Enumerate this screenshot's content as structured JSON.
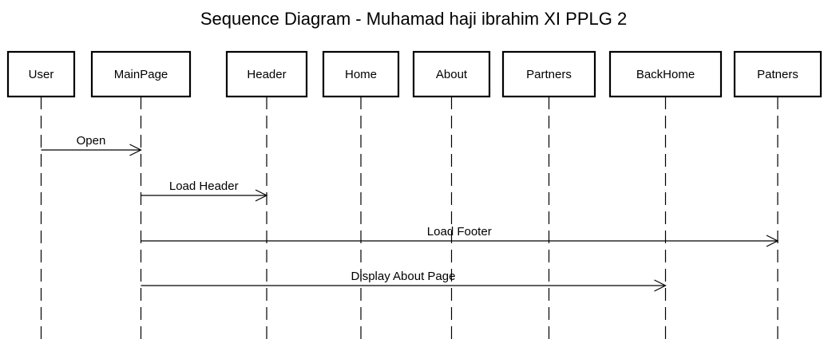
{
  "title": "Sequence Diagram - Muhamad haji ibrahim XI PPLG 2",
  "participants": [
    {
      "id": "user",
      "label": "User"
    },
    {
      "id": "mainpage",
      "label": "MainPage"
    },
    {
      "id": "header",
      "label": "Header"
    },
    {
      "id": "home",
      "label": "Home"
    },
    {
      "id": "about",
      "label": "About"
    },
    {
      "id": "partners",
      "label": "Partners"
    },
    {
      "id": "backhome",
      "label": "BackHome"
    },
    {
      "id": "patners",
      "label": "Patners"
    }
  ],
  "messages": [
    {
      "from": "user",
      "to": "mainpage",
      "label": "Open"
    },
    {
      "from": "mainpage",
      "to": "header",
      "label": "Load Header"
    },
    {
      "from": "mainpage",
      "to": "patners",
      "label": "Load Footer"
    },
    {
      "from": "mainpage",
      "to": "backhome",
      "label": "Display About Page"
    }
  ],
  "colors": {
    "line": "#000000",
    "background": "#ffffff"
  }
}
